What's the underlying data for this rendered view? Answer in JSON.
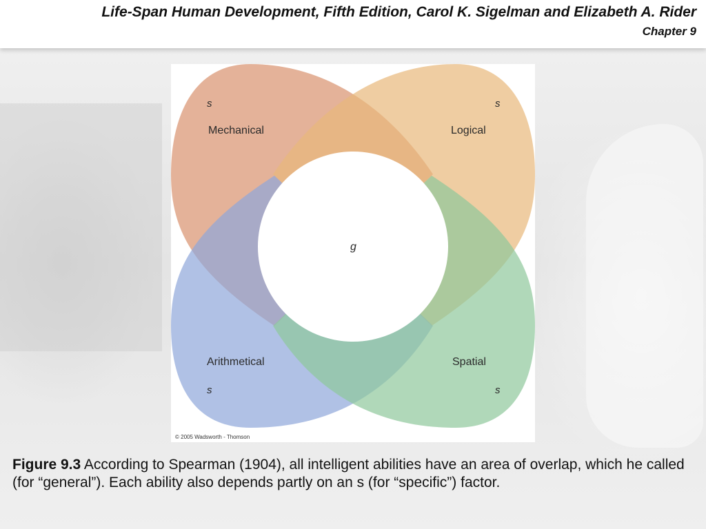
{
  "header": {
    "title": "Life-Span Human Development, Fifth Edition, Carol K. Sigelman and Elizabeth A. Rider",
    "chapter": "Chapter 9"
  },
  "diagram": {
    "petals": [
      {
        "label": "Mechanical",
        "factor": "s",
        "color": "#d9916d"
      },
      {
        "label": "Logical",
        "factor": "s",
        "color": "#e8b87a"
      },
      {
        "label": "Arithmetical",
        "factor": "s",
        "color": "#8fa6da"
      },
      {
        "label": "Spatial",
        "factor": "s",
        "color": "#8ec79b"
      }
    ],
    "center_label": "g",
    "copyright": "© 2005 Wadsworth - Thomson"
  },
  "caption": {
    "figure_label": "Figure 9.3",
    "text": " According to Spearman (1904), all intelligent abilities have an area of overlap, which he called (for “general”). Each ability also depends partly on an s (for “specific”) factor."
  }
}
